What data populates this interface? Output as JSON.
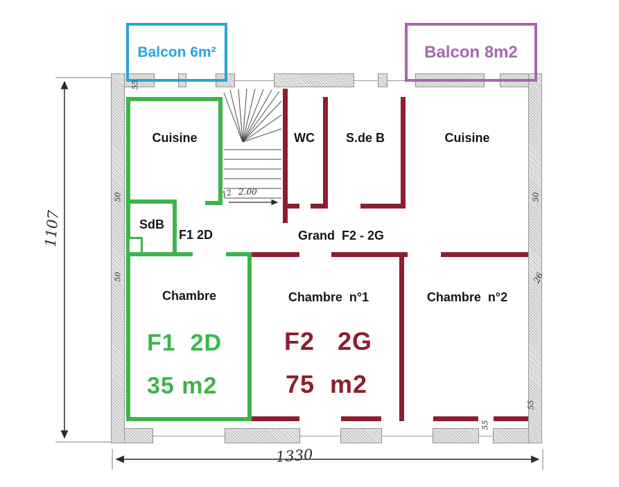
{
  "balconies": {
    "left": {
      "label": "Balcon 6m²",
      "color": "#2AA3DC"
    },
    "right": {
      "label": "Balcon 8m2",
      "color": "#A766AE"
    }
  },
  "apartments": {
    "f1": {
      "code": "F1  2D",
      "area": "35 m2",
      "color": "#3CB54B"
    },
    "f2": {
      "code": "F2   2G",
      "area": "75  m2",
      "color": "#8E1E2E"
    }
  },
  "rooms": {
    "cuisine_left": "Cuisine",
    "wc": "WC",
    "salle_de_bain": "S.de B",
    "cuisine_right": "Cuisine",
    "sdb": "SdB",
    "f1_unit_label": "F1 2D",
    "f2_hall_label": "Grand  F2 - 2G",
    "chambre_f1": "Chambre",
    "chambre_1": "Chambre  n°1",
    "chambre_2": "Chambre  n°2"
  },
  "dimensions": {
    "overall_height": "1107",
    "overall_width": "1330",
    "wall_top_left": "55",
    "left_upper": "50",
    "left_lower": "50",
    "stair_count": "12",
    "stair_length": "2.00",
    "right_upper": "50",
    "right_mid": "26",
    "right_lower": "55",
    "bottom_right": "55"
  }
}
